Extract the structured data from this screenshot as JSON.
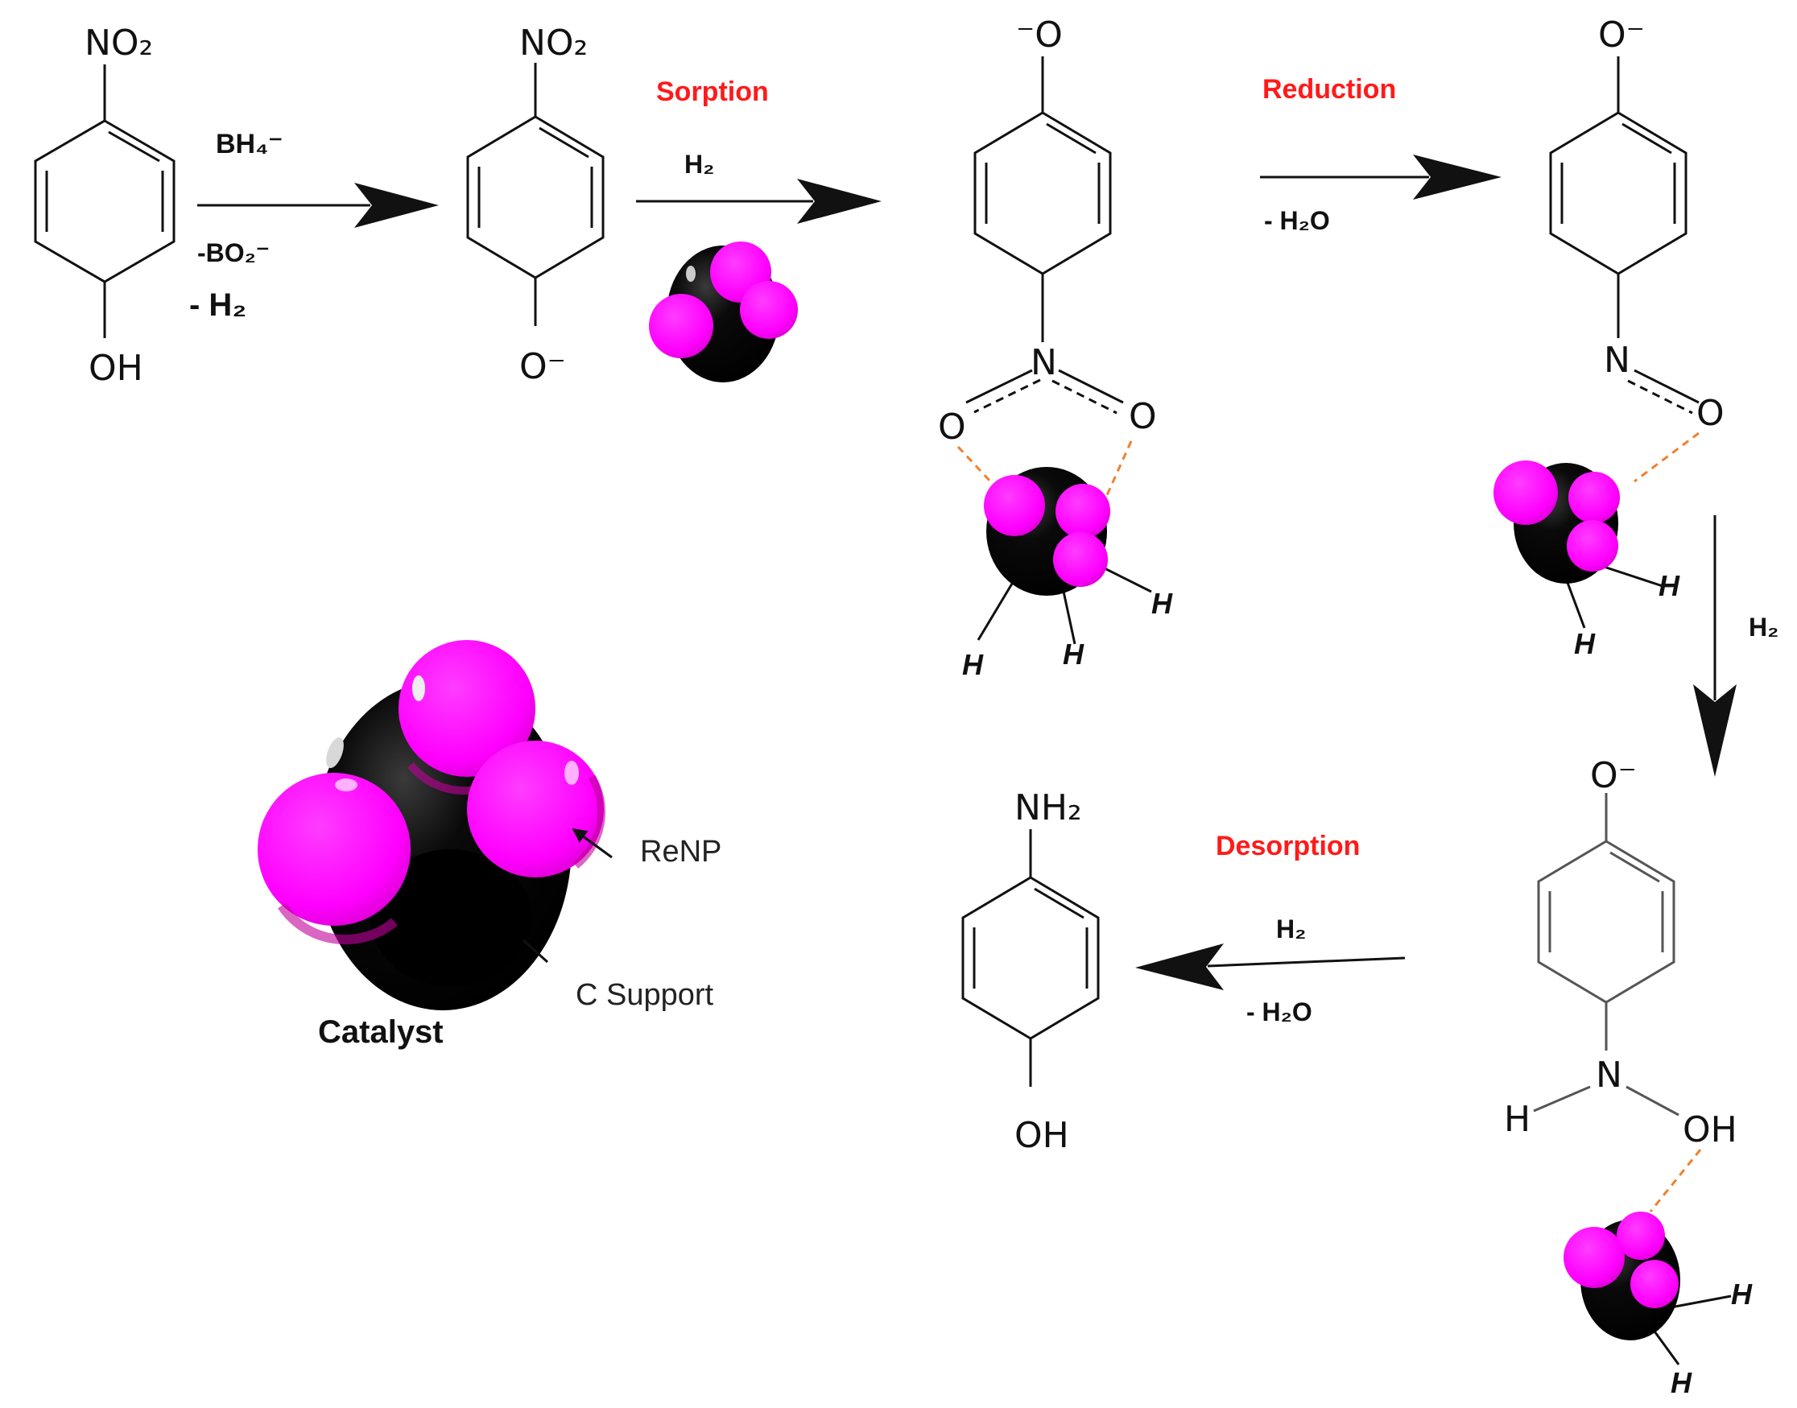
{
  "colors": {
    "step_label": "#ff1a1a",
    "renp": "#ff00ff",
    "renp_shade": "#c2009c",
    "support": "#000000",
    "bond": "#111111",
    "interaction": "#f08030"
  },
  "molecules": {
    "nitrophenol": {
      "top": "NO₂",
      "bottom": "OH"
    },
    "nitrophenolate": {
      "top": "NO₂",
      "bottom": "O⁻"
    },
    "adsorbed_nitro": {
      "top": "⁻O",
      "n": "N",
      "o_left": "O",
      "o_right": "O"
    },
    "nitroso": {
      "top": "O⁻",
      "n": "N",
      "o": "O"
    },
    "hydroxylamine": {
      "top": "O⁻",
      "n": "N",
      "h": "H",
      "oh": "OH"
    },
    "aminophenol": {
      "top": "NH₂",
      "bottom": "OH"
    }
  },
  "steps": {
    "first": {
      "above": "BH₄⁻",
      "below_1": "-BO₂⁻",
      "below_2": "- H₂"
    },
    "sorption": {
      "label": "Sorption",
      "reagent": "H₂"
    },
    "reduction": {
      "label": "Reduction",
      "byproduct": "- H₂O"
    },
    "down": {
      "reagent": "H₂"
    },
    "desorption": {
      "label": "Desorption",
      "reagent": "H₂",
      "byproduct": "- H₂O"
    }
  },
  "catalyst": {
    "title": "Catalyst",
    "renp_label": "ReNP",
    "support_label": "C Support"
  },
  "hydrogen": "H"
}
